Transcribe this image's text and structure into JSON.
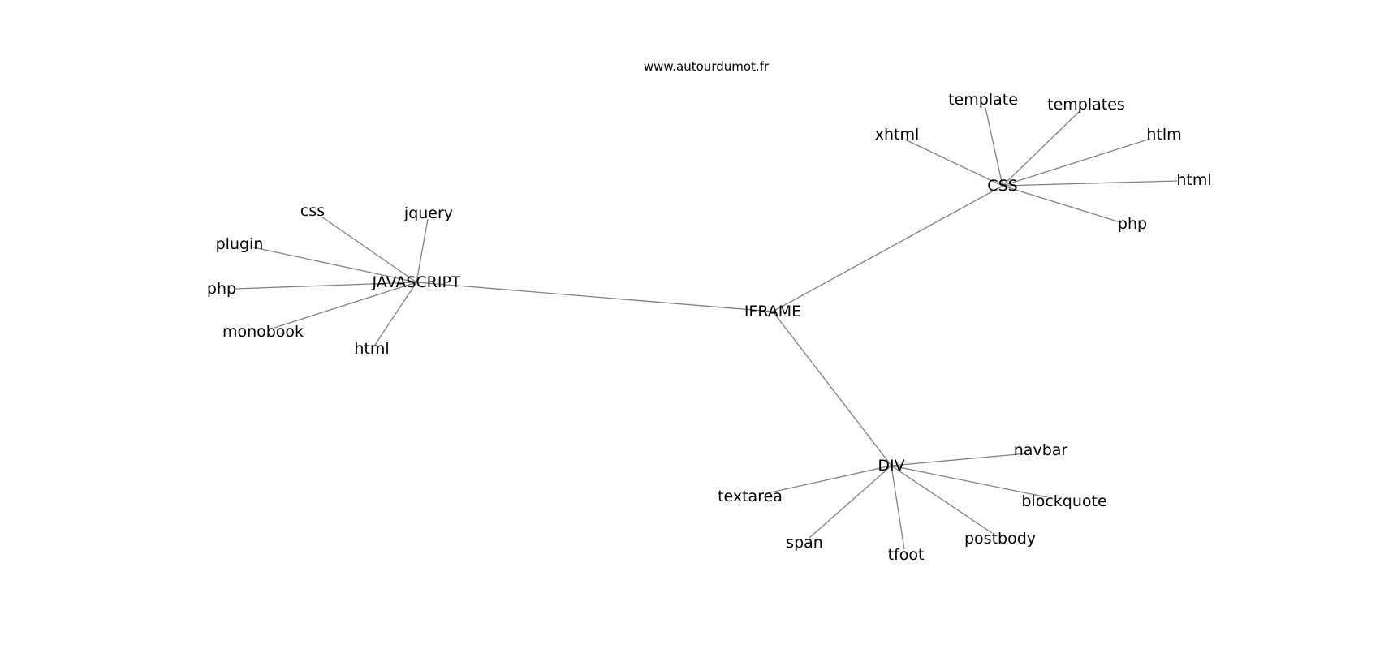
{
  "source": "www.autourdumot.fr",
  "nodes": {
    "iframe": "IFRAME",
    "javascript": "JAVASCRIPT",
    "css_hub": "CSS",
    "div": "DIV",
    "js_css": "css",
    "js_jquery": "jquery",
    "js_plugin": "plugin",
    "js_php": "php",
    "js_monobook": "monobook",
    "js_html": "html",
    "css_xhtml": "xhtml",
    "css_template": "template",
    "css_templates": "templates",
    "css_htlm": "htlm",
    "css_html": "html",
    "css_php": "php",
    "div_navbar": "navbar",
    "div_textarea": "textarea",
    "div_blockquote": "blockquote",
    "div_span": "span",
    "div_postbody": "postbody",
    "div_tfoot": "tfoot"
  },
  "edges": [
    [
      "iframe",
      "javascript"
    ],
    [
      "iframe",
      "css_hub"
    ],
    [
      "iframe",
      "div"
    ],
    [
      "javascript",
      "js_css"
    ],
    [
      "javascript",
      "js_jquery"
    ],
    [
      "javascript",
      "js_plugin"
    ],
    [
      "javascript",
      "js_php"
    ],
    [
      "javascript",
      "js_monobook"
    ],
    [
      "javascript",
      "js_html"
    ],
    [
      "css_hub",
      "css_xhtml"
    ],
    [
      "css_hub",
      "css_template"
    ],
    [
      "css_hub",
      "css_templates"
    ],
    [
      "css_hub",
      "css_htlm"
    ],
    [
      "css_hub",
      "css_html"
    ],
    [
      "css_hub",
      "css_php"
    ],
    [
      "div",
      "div_navbar"
    ],
    [
      "div",
      "div_textarea"
    ],
    [
      "div",
      "div_blockquote"
    ],
    [
      "div",
      "div_span"
    ],
    [
      "div",
      "div_postbody"
    ],
    [
      "div",
      "div_tfoot"
    ]
  ]
}
